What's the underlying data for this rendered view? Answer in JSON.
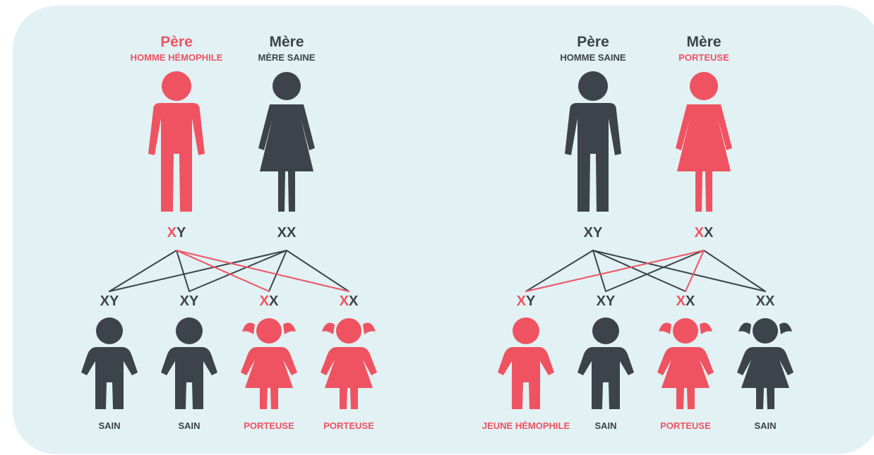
{
  "colors": {
    "background": "#e1f1f4",
    "dark": "#3d434a",
    "red": "#ef5361"
  },
  "families": [
    {
      "parents": [
        {
          "title": "Père",
          "subtitle": "HOMME HÉMOPHILE",
          "sex": "male",
          "color": "red",
          "title_color": "red",
          "subtitle_color": "red",
          "genotype": [
            {
              "letter": "X",
              "color": "red"
            },
            {
              "letter": "Y",
              "color": "dark"
            }
          ]
        },
        {
          "title": "Mère",
          "subtitle": "MÈRE SAINE",
          "sex": "female",
          "color": "dark",
          "title_color": "dark",
          "subtitle_color": "dark",
          "genotype": [
            {
              "letter": "X",
              "color": "dark"
            },
            {
              "letter": "X",
              "color": "dark"
            }
          ]
        }
      ],
      "children": [
        {
          "label": "SAIN",
          "type": "boy",
          "color": "dark",
          "label_color": "dark",
          "genotype": [
            {
              "letter": "X",
              "color": "dark"
            },
            {
              "letter": "Y",
              "color": "dark"
            }
          ]
        },
        {
          "label": "SAIN",
          "type": "boy",
          "color": "dark",
          "label_color": "dark",
          "genotype": [
            {
              "letter": "X",
              "color": "dark"
            },
            {
              "letter": "Y",
              "color": "dark"
            }
          ]
        },
        {
          "label": "PORTEUSE",
          "type": "girl",
          "color": "red",
          "label_color": "red",
          "genotype": [
            {
              "letter": "X",
              "color": "red"
            },
            {
              "letter": "X",
              "color": "dark"
            }
          ]
        },
        {
          "label": "PORTEUSE",
          "type": "girl",
          "color": "red",
          "label_color": "red",
          "genotype": [
            {
              "letter": "X",
              "color": "red"
            },
            {
              "letter": "X",
              "color": "dark"
            }
          ]
        }
      ],
      "links": [
        {
          "parent": 0,
          "child": 0,
          "color": "dark"
        },
        {
          "parent": 0,
          "child": 1,
          "color": "dark"
        },
        {
          "parent": 0,
          "child": 2,
          "color": "red"
        },
        {
          "parent": 0,
          "child": 3,
          "color": "red"
        },
        {
          "parent": 1,
          "child": 0,
          "color": "dark"
        },
        {
          "parent": 1,
          "child": 1,
          "color": "dark"
        },
        {
          "parent": 1,
          "child": 2,
          "color": "dark"
        },
        {
          "parent": 1,
          "child": 3,
          "color": "dark"
        }
      ]
    },
    {
      "parents": [
        {
          "title": "Père",
          "subtitle": "HOMME SAINE",
          "sex": "male",
          "color": "dark",
          "title_color": "dark",
          "subtitle_color": "dark",
          "genotype": [
            {
              "letter": "X",
              "color": "dark"
            },
            {
              "letter": "Y",
              "color": "dark"
            }
          ]
        },
        {
          "title": "Mère",
          "subtitle": "PORTEUSE",
          "sex": "female",
          "color": "red",
          "title_color": "dark",
          "subtitle_color": "red",
          "genotype": [
            {
              "letter": "X",
              "color": "red"
            },
            {
              "letter": "X",
              "color": "dark"
            }
          ]
        }
      ],
      "children": [
        {
          "label": "JEUNE HÉMOPHILE",
          "type": "boy",
          "color": "red",
          "label_color": "red",
          "genotype": [
            {
              "letter": "X",
              "color": "red"
            },
            {
              "letter": "Y",
              "color": "dark"
            }
          ]
        },
        {
          "label": "SAIN",
          "type": "boy",
          "color": "dark",
          "label_color": "dark",
          "genotype": [
            {
              "letter": "X",
              "color": "dark"
            },
            {
              "letter": "Y",
              "color": "dark"
            }
          ]
        },
        {
          "label": "PORTEUSE",
          "type": "girl",
          "color": "red",
          "label_color": "red",
          "genotype": [
            {
              "letter": "X",
              "color": "red"
            },
            {
              "letter": "X",
              "color": "dark"
            }
          ]
        },
        {
          "label": "SAIN",
          "type": "girl",
          "color": "dark",
          "label_color": "dark",
          "genotype": [
            {
              "letter": "X",
              "color": "dark"
            },
            {
              "letter": "X",
              "color": "dark"
            }
          ]
        }
      ],
      "links": [
        {
          "parent": 0,
          "child": 0,
          "color": "dark"
        },
        {
          "parent": 0,
          "child": 1,
          "color": "dark"
        },
        {
          "parent": 0,
          "child": 2,
          "color": "dark"
        },
        {
          "parent": 0,
          "child": 3,
          "color": "dark"
        },
        {
          "parent": 1,
          "child": 0,
          "color": "red"
        },
        {
          "parent": 1,
          "child": 1,
          "color": "dark"
        },
        {
          "parent": 1,
          "child": 2,
          "color": "red"
        },
        {
          "parent": 1,
          "child": 3,
          "color": "dark"
        }
      ]
    }
  ]
}
